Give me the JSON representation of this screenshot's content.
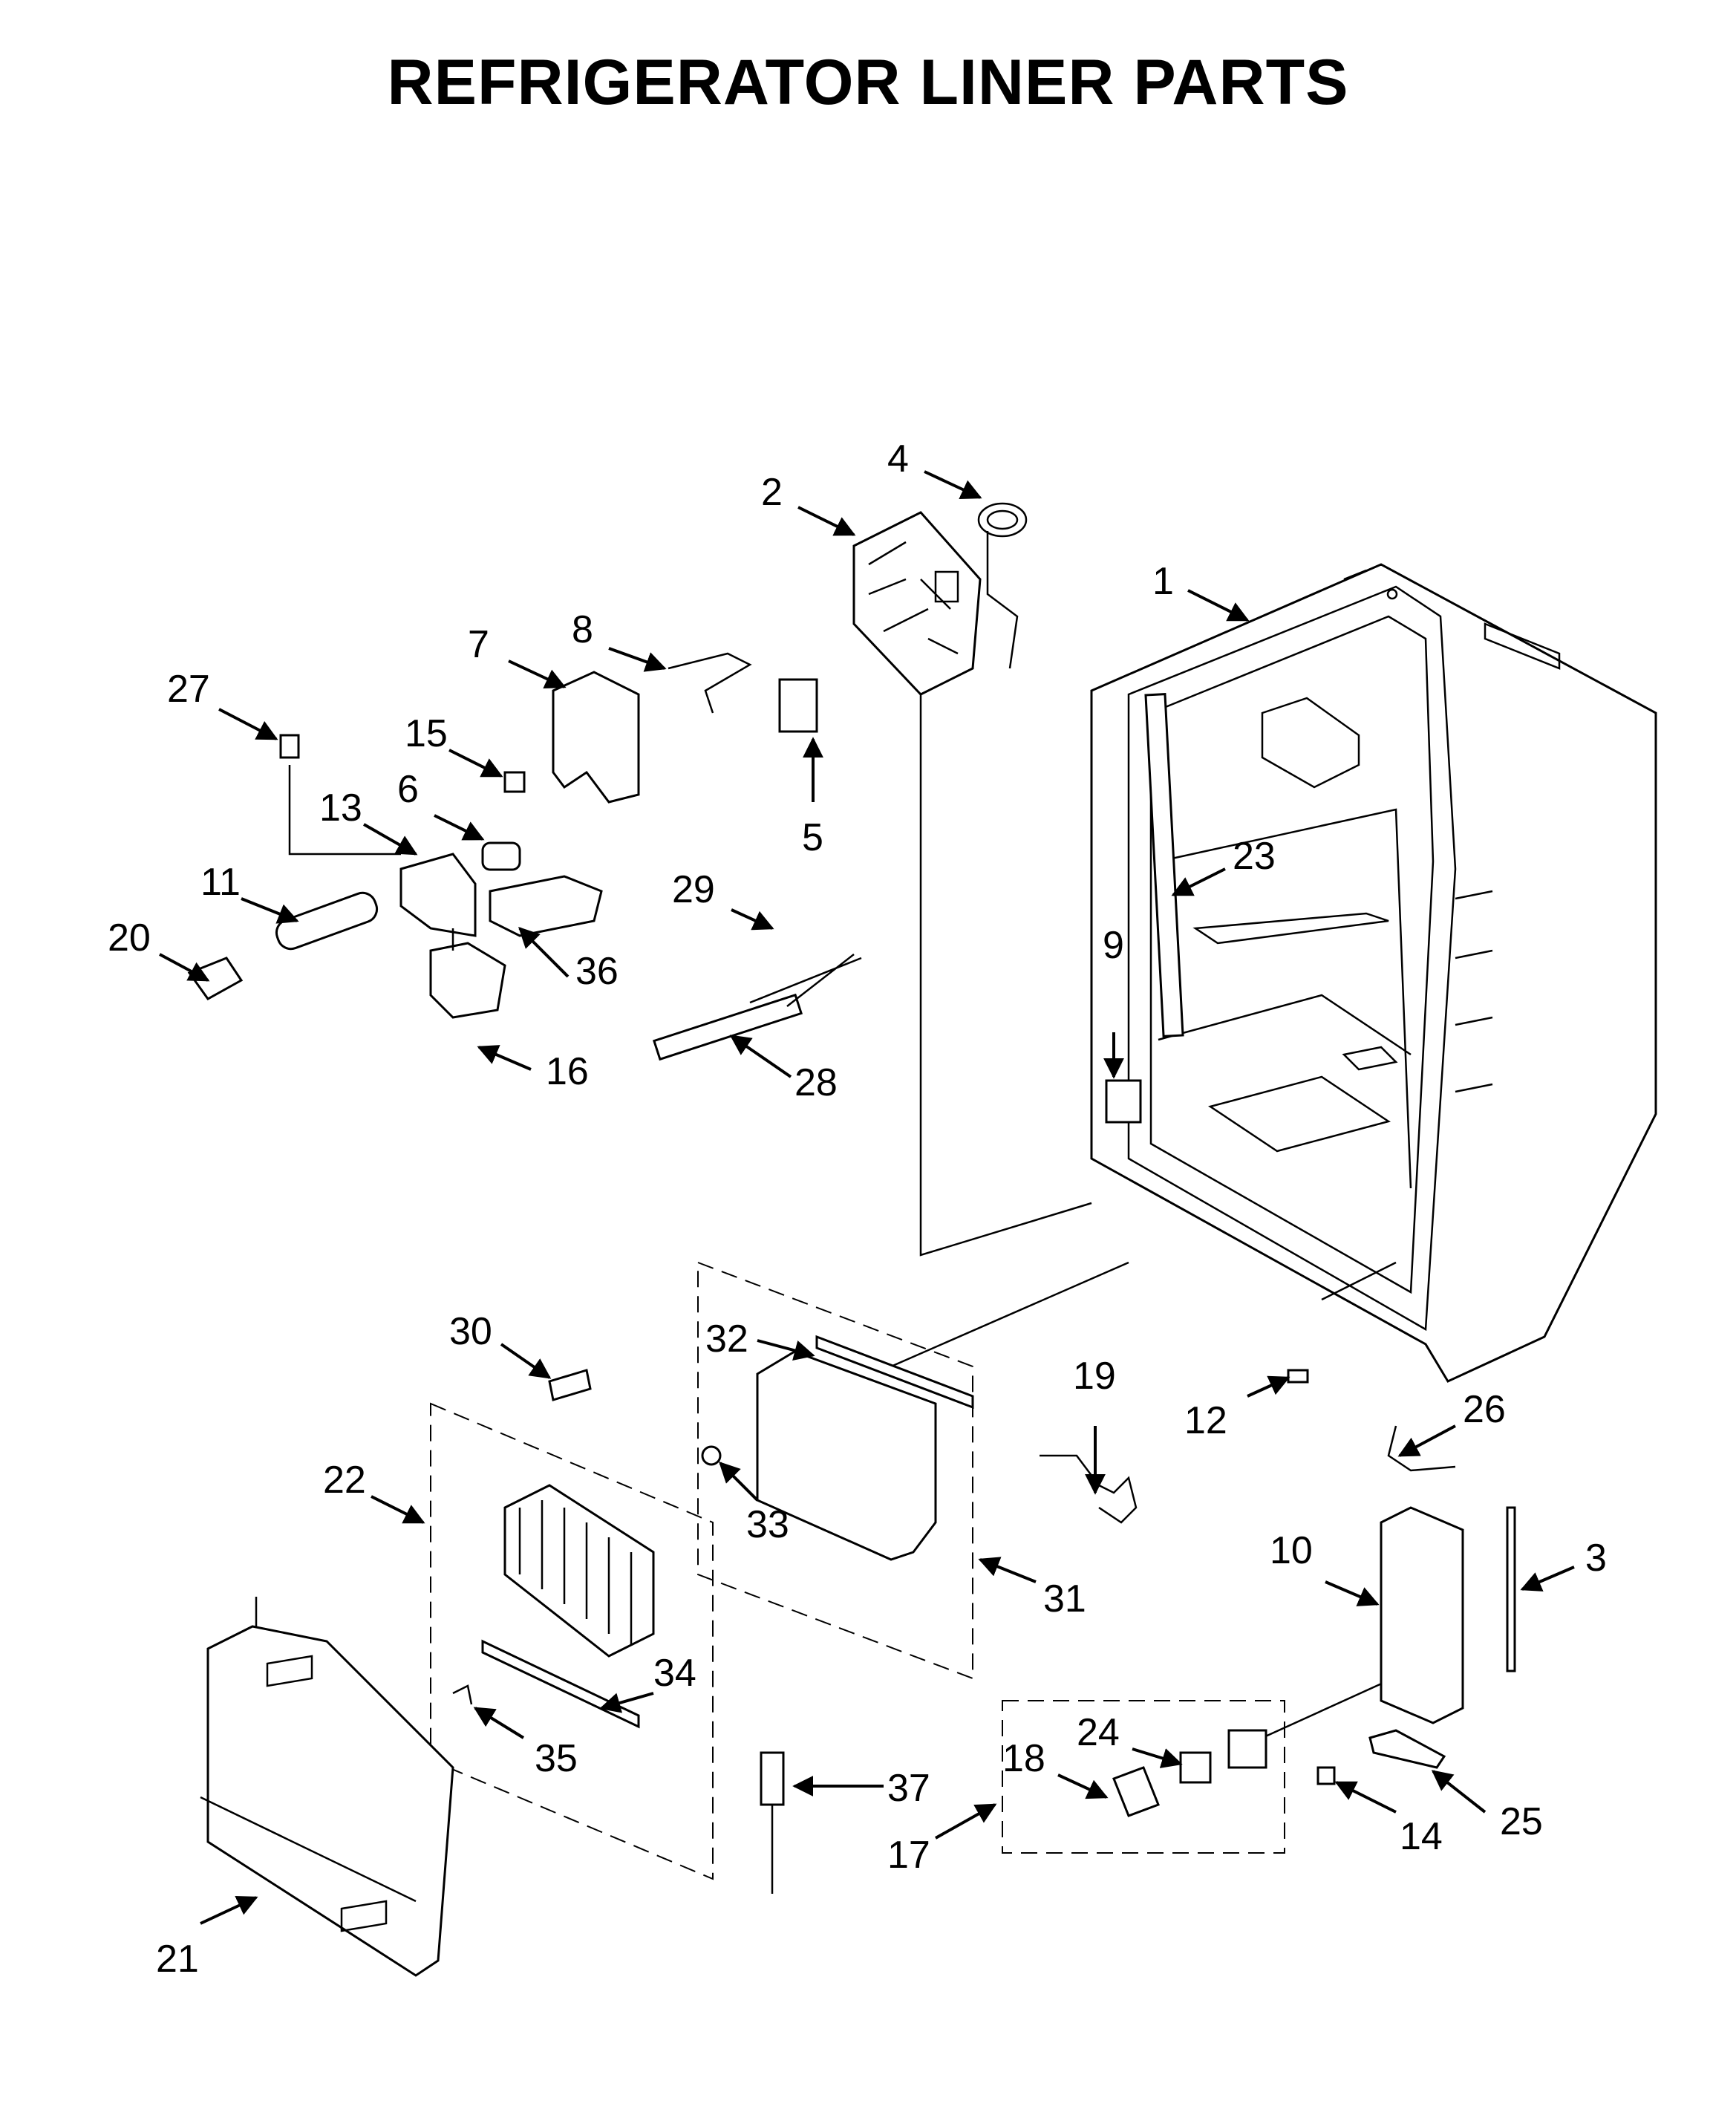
{
  "title": "REFRIGERATOR LINER PARTS",
  "callouts": [
    "1",
    "2",
    "3",
    "4",
    "5",
    "6",
    "7",
    "8",
    "9",
    "10",
    "11",
    "12",
    "13",
    "14",
    "15",
    "16",
    "17",
    "18",
    "19",
    "20",
    "21",
    "22",
    "23",
    "24",
    "25",
    "26",
    "27",
    "28",
    "29",
    "30",
    "31",
    "32",
    "33",
    "34",
    "35",
    "36",
    "37"
  ],
  "colors": {
    "line": "#000000",
    "background": "#ffffff"
  }
}
